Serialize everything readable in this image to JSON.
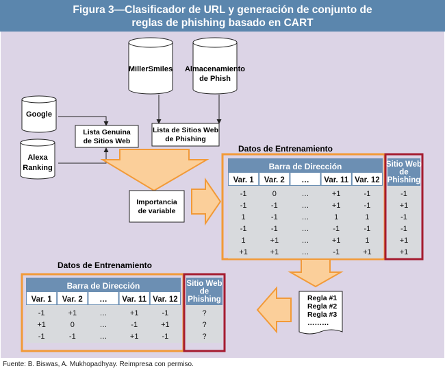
{
  "header": {
    "title_line1": "Figura 3—Clasificador de URL y generación de conjunto de",
    "title_line2": "reglas de phishing basado en CART"
  },
  "sources": {
    "google": "Google",
    "alexa": [
      "Alexa",
      "Ranking"
    ],
    "millersmiles": "MillerSmiles",
    "almacenamiento": [
      "Almacenamiento",
      "de Phish"
    ]
  },
  "boxes": {
    "lista_genuina": [
      "Lista Genuina",
      "de Sitios Web"
    ],
    "lista_phishing": [
      "Lista de Sitios Web",
      "de Phishing"
    ],
    "importancia": [
      "Importancia",
      "de variable"
    ]
  },
  "reglas": [
    "Regla #1",
    "Regla #2",
    "Regla #3",
    "………"
  ],
  "training_table": {
    "title": "Datos de Entrenamiento",
    "group_header": "Barra de Dirección",
    "label_header": [
      "Sitio Web",
      "de",
      "Phishing"
    ],
    "columns": [
      "Var. 1",
      "Var. 2",
      "…",
      "Var. 11",
      "Var. 12"
    ],
    "rows": [
      [
        "-1",
        "0",
        "…",
        "+1",
        "-1",
        "-1"
      ],
      [
        "-1",
        "-1",
        "…",
        "+1",
        "-1",
        "+1"
      ],
      [
        "1",
        "-1",
        "…",
        "1",
        "1",
        "-1"
      ],
      [
        "-1",
        "-1",
        "…",
        "-1",
        "-1",
        "-1"
      ],
      [
        "1",
        "+1",
        "…",
        "+1",
        "1",
        "+1"
      ],
      [
        "+1",
        "+1",
        "…",
        "-1",
        "+1",
        "+1"
      ]
    ]
  },
  "test_table": {
    "title": "Datos de Entrenamiento",
    "group_header": "Barra de Dirección",
    "label_header": [
      "Sitio Web",
      "de",
      "Phishing"
    ],
    "columns": [
      "Var. 1",
      "Var. 2",
      "…",
      "Var. 11",
      "Var. 12"
    ],
    "rows": [
      [
        "-1",
        "+1",
        "…",
        "+1",
        "-1",
        "?"
      ],
      [
        "+1",
        "0",
        "…",
        "-1",
        "+1",
        "?"
      ],
      [
        "-1",
        "-1",
        "…",
        "+1",
        "-1",
        "?"
      ]
    ]
  },
  "footer": {
    "source": "Fuente:  B. Biswas, A. Mukhopadhyay. Reimpresa con permiso."
  },
  "colors": {
    "header_bg": "#5b86ad",
    "panel_bg": "#dcd4e6",
    "orange": "#f29a38",
    "orange_fill": "#fbcf9a",
    "red": "#a51c30",
    "table_header": "#6c8fb3",
    "table_body": "#d8dadd"
  }
}
